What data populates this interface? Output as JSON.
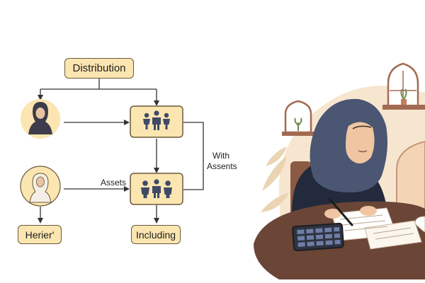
{
  "diagram": {
    "top_node": "Distribution",
    "left_bottom_node": "Herier'",
    "center_bottom_node": "Including",
    "edge_label_assets": "Assets",
    "edge_label_with": "With",
    "edge_label_assents": "Assents"
  },
  "illustration": {
    "subject": "woman in hijab writing at a desk with a calculator and papers"
  },
  "colors": {
    "node_fill": "#fbe5b0",
    "node_border": "#6b5a3a",
    "hijab": "#4a5672",
    "backdrop": "#f7e6cf",
    "desk": "#6b4536"
  }
}
